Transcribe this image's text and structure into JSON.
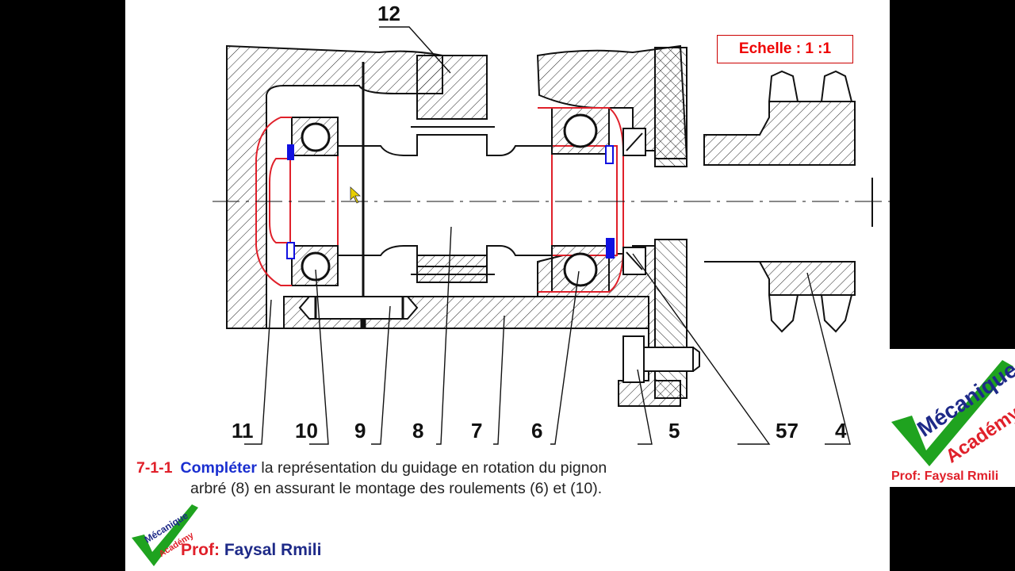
{
  "scale_label": "Echelle : 1 :1",
  "parts": {
    "top": "12",
    "bottom": [
      "11",
      "10",
      "9",
      "8",
      "7",
      "6",
      "5",
      "57",
      "4"
    ]
  },
  "instruction": {
    "number": "7-1-1",
    "verb": "Compléter",
    "line1_rest": "la représentation du guidage en rotation du pignon",
    "line2": "arbré (8) en assurant le montage des roulements (6) et (10)."
  },
  "author": {
    "prefix": "Prof:",
    "name": "Faysal Rmili"
  },
  "brand": {
    "word1": "Mécanique",
    "word2": "Académy",
    "credit": "Prof: Faysal Rmili"
  },
  "colors": {
    "outline": "#111111",
    "highlight": "#e0202a",
    "ring_fill": "#1010e0",
    "logo_green": "#1fa31f",
    "logo_blue": "#1e2a88"
  },
  "icons": [
    "ball-bearing-icon",
    "cursor-arrow-icon",
    "check-logo-icon"
  ]
}
